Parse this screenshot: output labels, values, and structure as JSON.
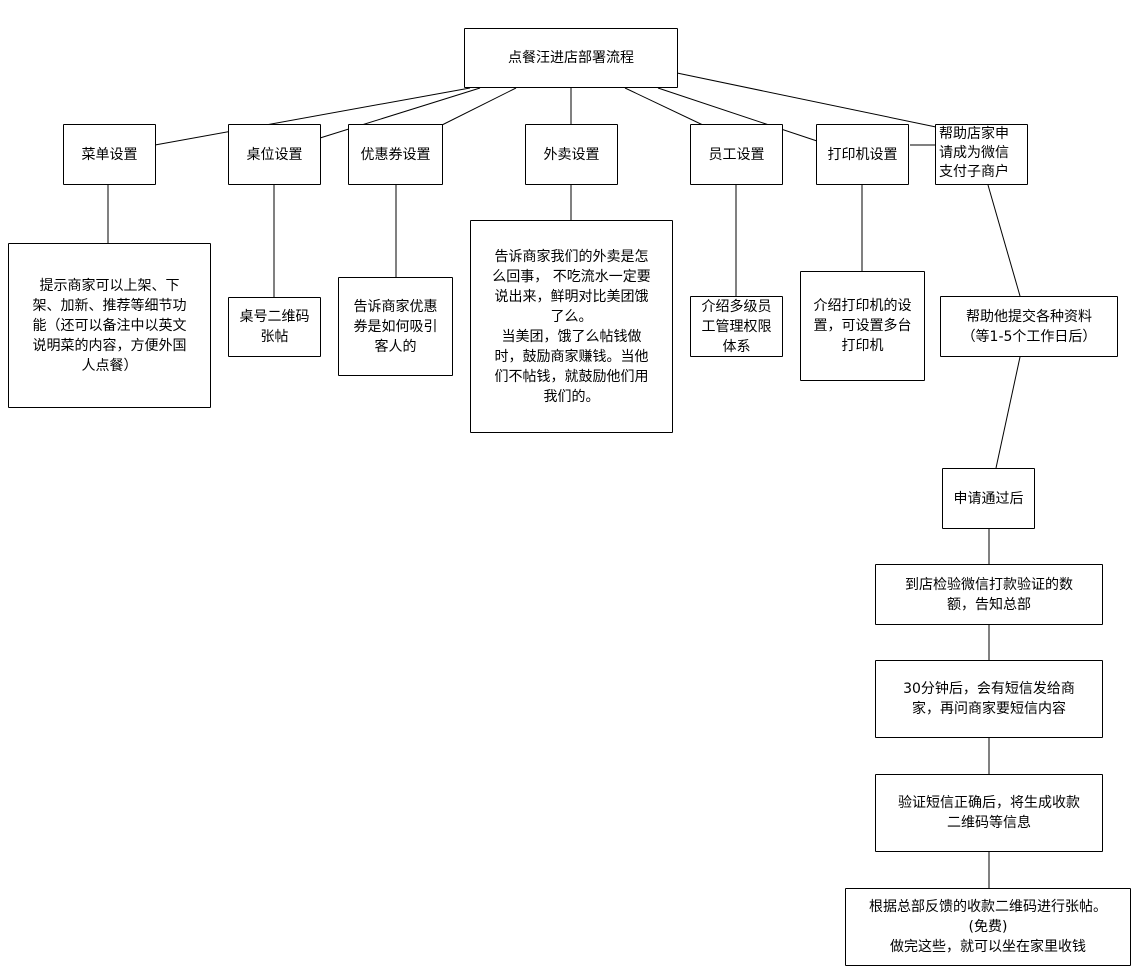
{
  "diagram": {
    "root": "点餐汪进店部署流程",
    "categories": [
      "菜单设置",
      "桌位设置",
      "优惠券设置",
      "外卖设置",
      "员工设置",
      "打印机设置",
      "帮助店家申\n请成为微信\n支付子商户"
    ],
    "details": [
      "提示商家可以上架、下\n架、加新、推荐等细节功\n能（还可以备注中以英文\n说明菜的内容，方便外国\n人点餐）",
      "桌号二维码\n张帖",
      "告诉商家优惠\n券是如何吸引\n客人的",
      "告诉商家我们的外卖是怎\n么回事， 不吃流水一定要\n说出来，鲜明对比美团饿\n了么。\n当美团，饿了么帖钱做\n时，鼓励商家赚钱。当他\n们不帖钱，就鼓励他们用\n我们的。",
      "介绍多级员\n工管理权限\n体系",
      "介绍打印机的设\n置，可设置多台\n打印机"
    ],
    "wechat_steps": [
      "帮助他提交各种资料\n（等1-5个工作日后）",
      "申请通过后",
      "到店检验微信打款验证的数\n额，告知总部",
      "30分钟后，会有短信发给商\n家，再问商家要短信内容",
      "验证短信正确后，将生成收款\n二维码等信息",
      "根据总部反馈的收款二维码进行张帖。\n(免费)\n做完这些，就可以坐在家里收钱"
    ]
  }
}
